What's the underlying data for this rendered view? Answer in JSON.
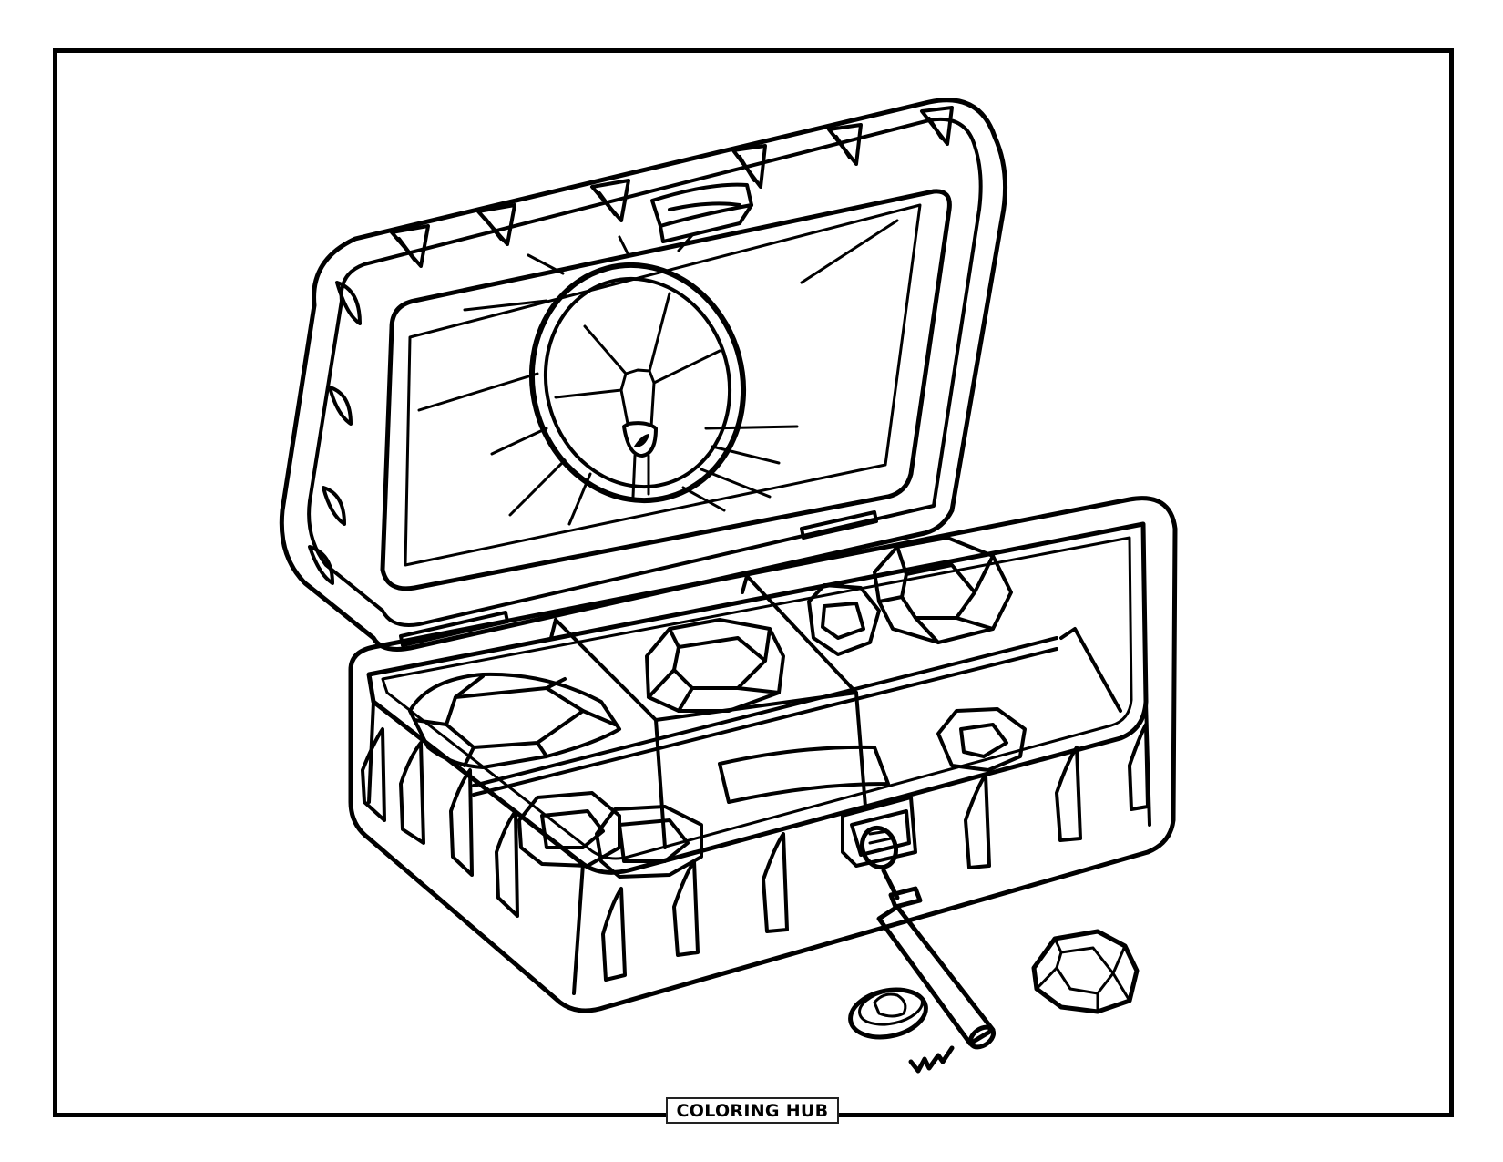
{
  "page": {
    "type": "coloring-page",
    "subject": "open treasure box with gems and key",
    "background_color": "#ffffff",
    "line_color": "#000000"
  },
  "badge": {
    "label": "COLORING HUB"
  },
  "illustration": {
    "elements": [
      "open-lid-with-studs",
      "lid-handle",
      "lid-medallion",
      "box-body-with-spikes",
      "six-compartments",
      "gems-in-compartments",
      "hasp-lock",
      "key",
      "coin",
      "loose-gem"
    ]
  }
}
